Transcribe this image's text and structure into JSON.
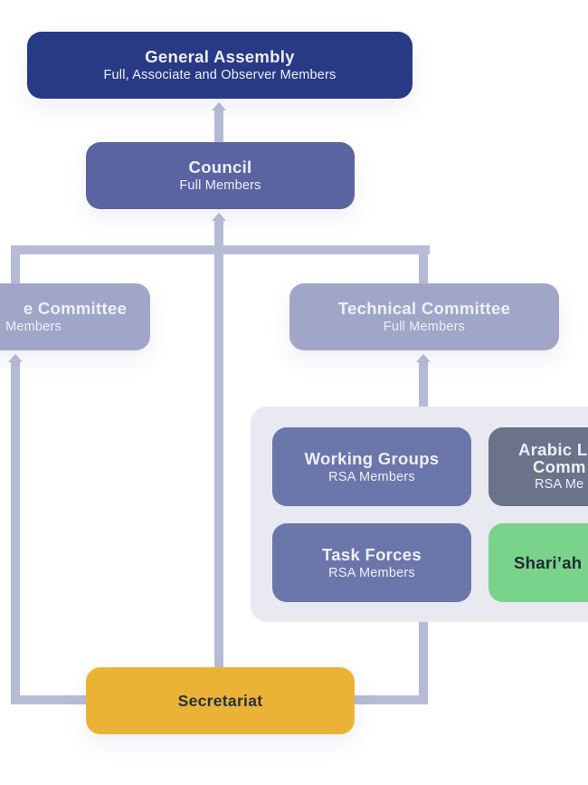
{
  "diagram": {
    "title": "Organizational structure",
    "colors": {
      "connector": "#b6bcd6",
      "general_assembly": "#283a85",
      "council": "#5a64a0",
      "committee": "#a1a6c8",
      "group_container": "#e8e9f1",
      "rsa_group": "#6b76aa",
      "arabic_committee": "#6b738a",
      "shariah": "#7ad38a",
      "secretariat": "#ebb336"
    },
    "nodes": {
      "general_assembly": {
        "title": "General Assembly",
        "subtitle": "Full, Associate and Observer Members"
      },
      "council": {
        "title": "Council",
        "subtitle": "Full Members"
      },
      "left_committee": {
        "title": "e Committee",
        "subtitle": "Members"
      },
      "technical_committee": {
        "title": "Technical Committee",
        "subtitle": "Full Members"
      },
      "working_groups": {
        "title": "Working Groups",
        "subtitle": "RSA Members"
      },
      "arabic_committee": {
        "title_line1": "Arabic L",
        "title_line2": "Comm",
        "subtitle": "RSA Me"
      },
      "task_forces": {
        "title": "Task Forces",
        "subtitle": "RSA Members"
      },
      "shariah": {
        "title": "Shari’ah"
      },
      "secretariat": {
        "title": "Secretariat"
      }
    },
    "edges": [
      {
        "from": "council",
        "to": "general_assembly"
      },
      {
        "from": "secretariat",
        "to": "council"
      },
      {
        "from": "secretariat",
        "to": "left_committee"
      },
      {
        "from": "secretariat",
        "to": "technical_committee"
      },
      {
        "from": "rsa_groups",
        "to": "technical_committee"
      }
    ]
  }
}
